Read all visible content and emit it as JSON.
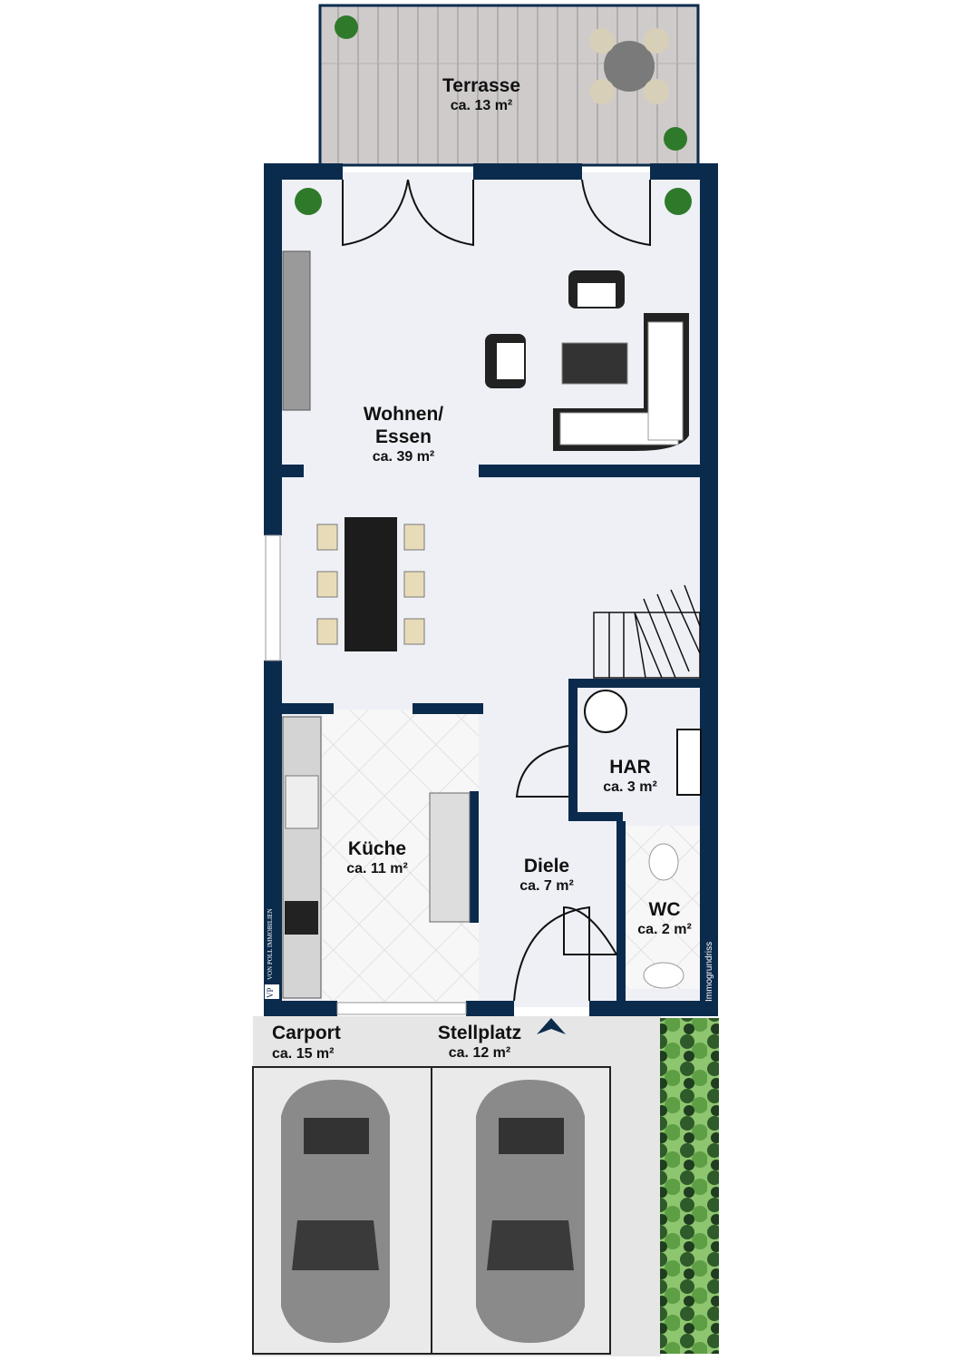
{
  "rooms": {
    "terrasse": {
      "name": "Terrasse",
      "area": "ca. 13 m²"
    },
    "wohnen": {
      "name1": "Wohnen/",
      "name2": "Essen",
      "area": "ca. 39 m²"
    },
    "kueche": {
      "name": "Küche",
      "area": "ca. 11 m²"
    },
    "diele": {
      "name": "Diele",
      "area": "ca. 7 m²"
    },
    "har": {
      "name": "HAR",
      "area": "ca. 3 m²"
    },
    "wc": {
      "name": "WC",
      "area": "ca. 2 m²"
    },
    "carport": {
      "name": "Carport",
      "area": "ca. 15 m²"
    },
    "stellplatz": {
      "name": "Stellplatz",
      "area": "ca. 12 m²"
    }
  },
  "branding": {
    "logo": "VON POLL IMMOBILIEN",
    "logo_mark": "VP",
    "credit": "Immogrundriss"
  },
  "colors": {
    "wall": "#0b2b4c",
    "floor": "#eef0f6",
    "deck": "#c9c6c6",
    "hedge": "#4c8a3a"
  },
  "icons": [
    "plant-icon",
    "entrance-arrow-icon",
    "car-icon",
    "sofa-icon",
    "dining-table-icon",
    "stairs-icon"
  ]
}
